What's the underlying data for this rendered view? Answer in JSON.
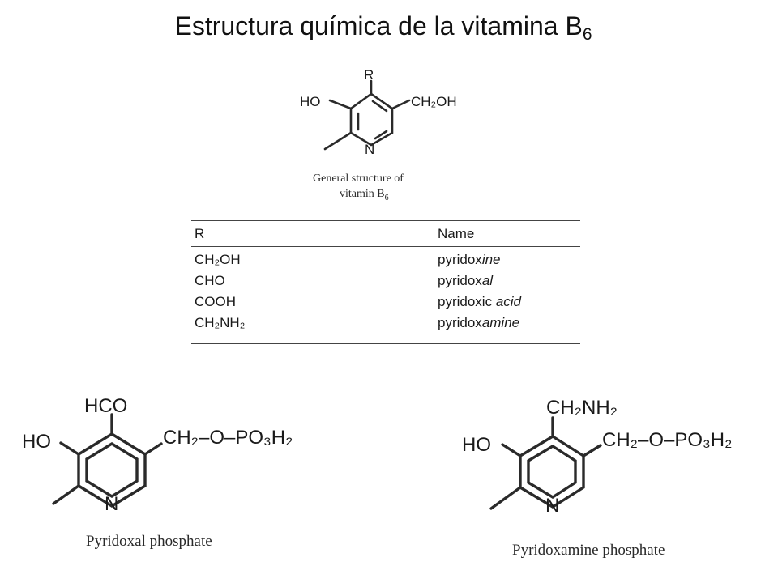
{
  "title": {
    "text": "Estructura química de la vitamina B",
    "subscript": "6"
  },
  "general_structure": {
    "labels": {
      "r": "R",
      "ho": "HO",
      "ch2oh": "CH₂OH",
      "n": "N"
    },
    "caption_line1": "General structure of",
    "caption_line2": "vitamin B",
    "caption_sub": "6"
  },
  "table": {
    "headers": {
      "r": "R",
      "name": "Name"
    },
    "rows": [
      {
        "r": "CH₂OH",
        "name_base": "pyridox",
        "name_italic": "ine"
      },
      {
        "r": "CHO",
        "name_base": "pyridox",
        "name_italic": "al"
      },
      {
        "r": "COOH",
        "name_base": "pyridoxic ",
        "name_italic": "acid"
      },
      {
        "r": "CH₂NH₂",
        "name_base": "pyridox",
        "name_italic": "amine"
      }
    ]
  },
  "pyridoxal_phosphate": {
    "labels": {
      "top": "HCO",
      "ho": "HO",
      "chain": "CH₂–O–PO₃H₂",
      "n": "N"
    },
    "caption": "Pyridoxal phosphate"
  },
  "pyridoxamine_phosphate": {
    "labels": {
      "top": "CH₂NH₂",
      "ho": "HO",
      "chain": "CH₂–O–PO₃H₂",
      "n": "N"
    },
    "caption": "Pyridoxamine phosphate"
  }
}
